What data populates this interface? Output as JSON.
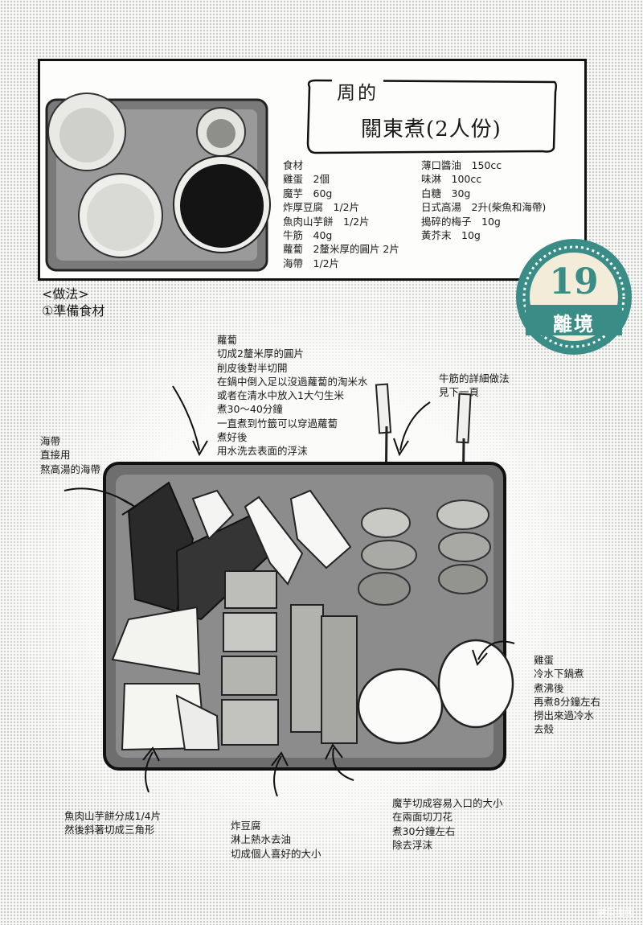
{
  "recipe": {
    "tag": "周的",
    "title": "關東煮(2人份)",
    "ingredients_label": "食材",
    "ingredients_left": [
      "雞蛋　2個",
      "魔芋　60g",
      "炸厚豆腐　1/2片",
      "魚肉山芋餅　1/2片",
      "牛筋　40g",
      "蘿蔔　2釐米厚的圓片 2片",
      "海帶　1/2片"
    ],
    "ingredients_right": [
      "薄口醬油　150cc",
      "味淋　100cc",
      "白糖　30g",
      "日式高湯　2升(柴魚和海帶)",
      "搗碎的梅子　10g",
      "黃芥末　10g"
    ]
  },
  "badge": {
    "number": "19",
    "label": "離境",
    "color": "#3a8c86"
  },
  "method": {
    "heading": "<做法>",
    "step1": "①準備食材"
  },
  "notes": {
    "daikon": [
      "蘿蔔",
      "切成2釐米厚的圓片",
      "削皮後對半切開",
      "在鍋中倒入足以沒過蘿蔔的淘米水",
      "或者在清水中放入1大勺生米",
      "煮30～40分鐘",
      "一直煮到竹籤可以穿過蘿蔔",
      "煮好後",
      "用水洗去表面的浮沫"
    ],
    "beef": [
      "牛筋的詳細做法",
      "見下一頁"
    ],
    "kelp": [
      "海帶",
      "直接用",
      "熬高湯的海帶"
    ],
    "egg": [
      "雞蛋",
      "冷水下鍋煮",
      "煮沸後",
      "再煮8分鐘左右",
      "撈出來過冷水",
      "去殼"
    ],
    "fishcake": [
      "魚肉山芋餅分成1/4片",
      "然後斜著切成三角形"
    ],
    "tofu": [
      "炸豆腐",
      "淋上熱水去油",
      "切成個人喜好的大小"
    ],
    "konjac": [
      "魔芋切成容易入口的大小",
      "在兩面切刀花",
      "煮30分鐘左右",
      "除去浮沫"
    ]
  },
  "watermark": "拷贝漫画"
}
